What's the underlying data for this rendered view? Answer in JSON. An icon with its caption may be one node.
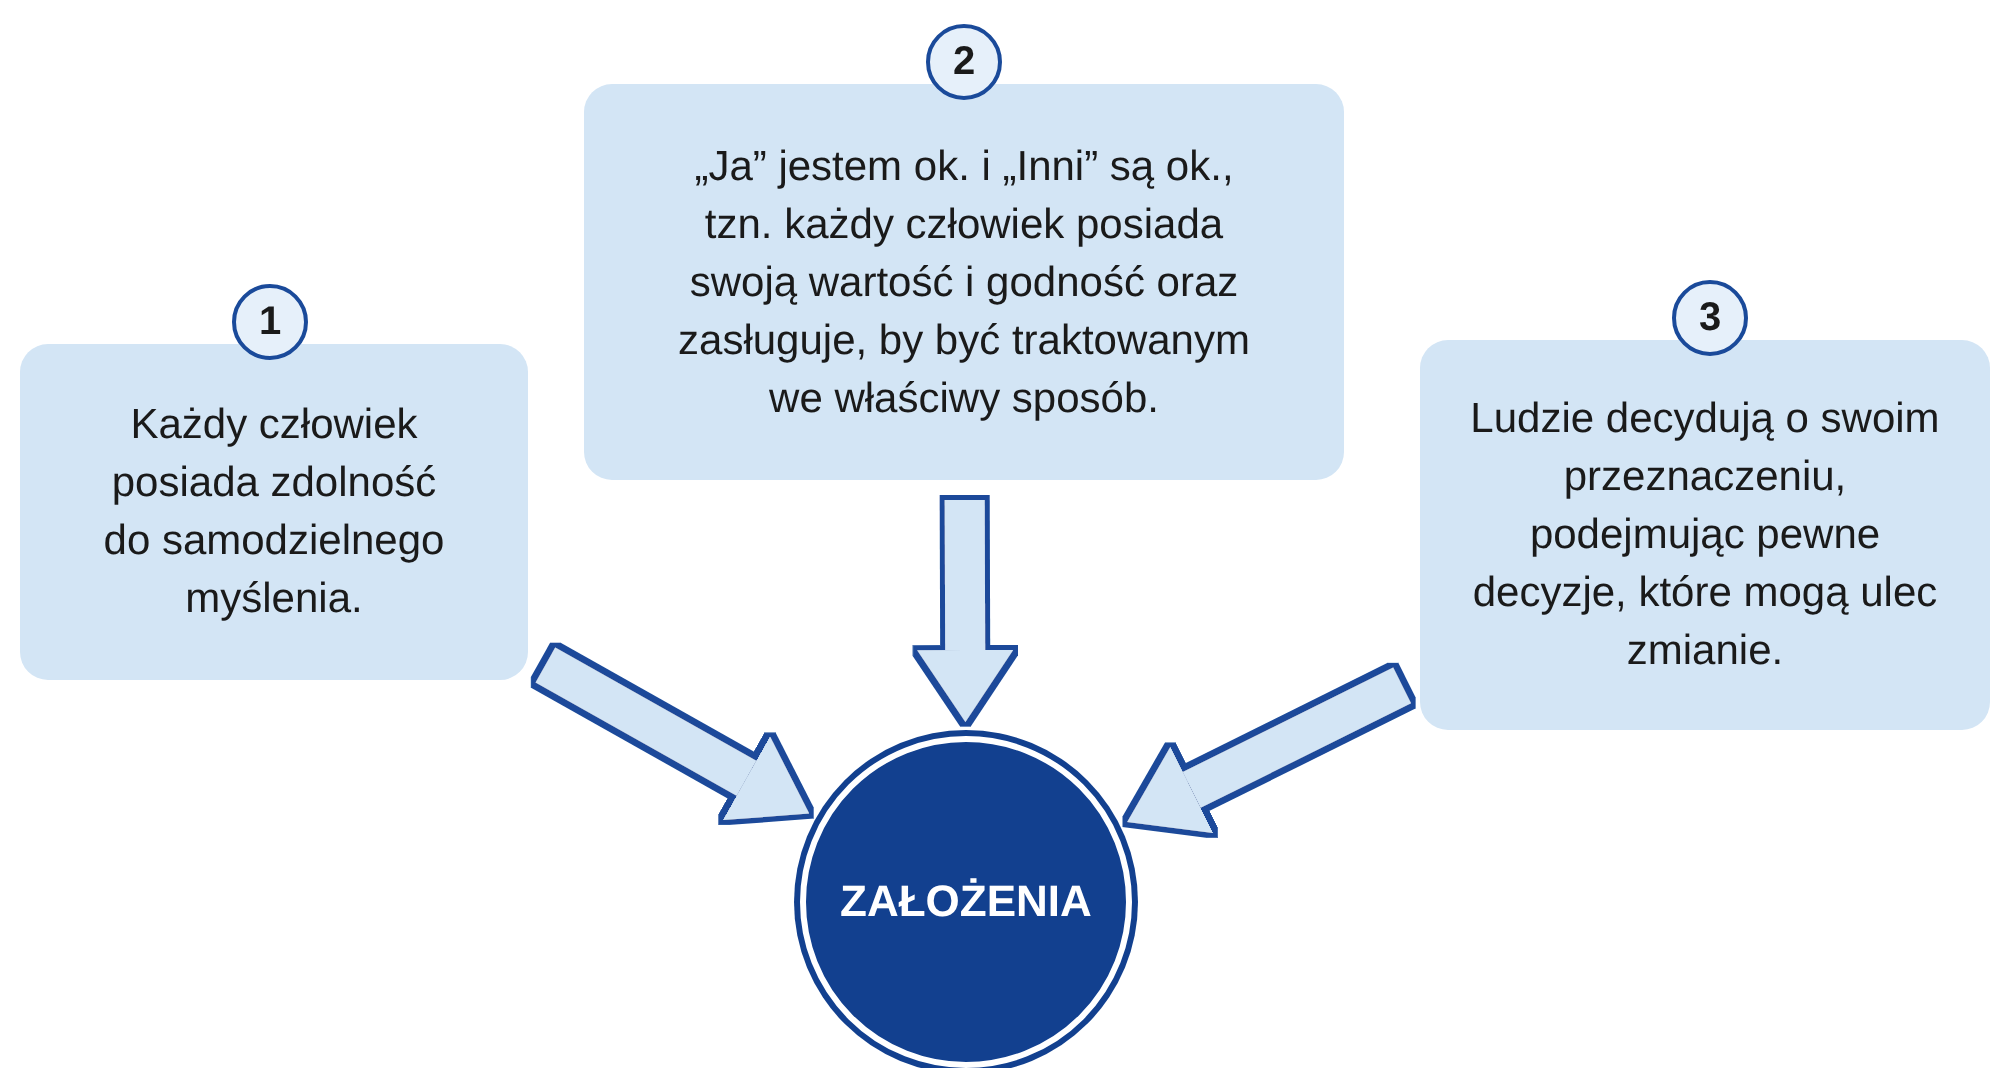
{
  "diagram": {
    "nodes": [
      {
        "text": [
          "1",
          "Każdy człowiek posiada zdolność do samodzielnego myślenia."
        ]
      },
      {
        "text": [
          "2",
          "„Ja” jestem ok. i „Inni” są ok., tzn. każdy człowiek posiada swoją wartość i godność oraz zasługuje, by być traktowanym we właściwy sposób."
        ]
      },
      {
        "text": [
          "3",
          "Ludzie decydują o swoim przeznaczeniu, podejmując pewne decyzje, które mogą ulec zmianie."
        ]
      },
      {
        "text": [
          "ZAŁOŻENIA"
        ]
      }
    ],
    "edges": [
      {
        "from": 0,
        "to": 3,
        "arrow": "to"
      },
      {
        "from": 1,
        "to": 3,
        "arrow": "to"
      },
      {
        "from": 2,
        "to": 3,
        "arrow": "to"
      }
    ]
  }
}
